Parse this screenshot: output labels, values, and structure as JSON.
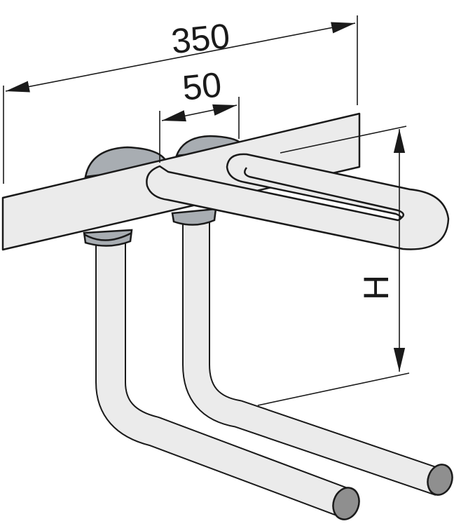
{
  "labels": {
    "overall_width": "350",
    "pipe_spacing": "50",
    "height": "H"
  },
  "colors": {
    "outline": "#1a1a1a",
    "metal": "#ebebeb",
    "fitting": "#a8adb2",
    "pipe_inner": "#8f8f8f"
  }
}
